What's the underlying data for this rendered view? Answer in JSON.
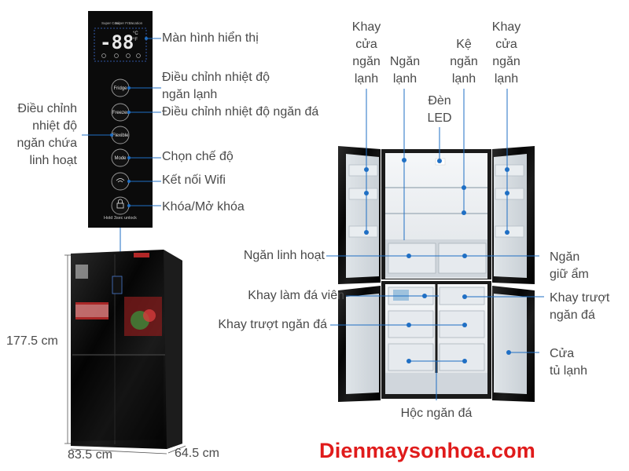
{
  "control_panel": {
    "display_modes": [
      "Super Cool",
      "Super Frz",
      "Vacation"
    ],
    "display_digits": "-88",
    "units": [
      "°C",
      "°F"
    ],
    "buttons": [
      "Fridge",
      "Freezer",
      "Flexible",
      "Mode",
      "Wifi"
    ],
    "lock_caption": "Hold 3sec unlock"
  },
  "panel_labels": {
    "display": "Màn hình hiển thị",
    "fridge_temp": [
      "Điều chỉnh nhiệt độ",
      "ngăn lạnh"
    ],
    "freezer_temp": "Điều chỉnh nhiệt độ ngăn đá",
    "flexible_temp": [
      "Điều chỉnh",
      "nhiệt độ",
      "ngăn chứa",
      "linh hoạt"
    ],
    "mode": "Chọn chế độ",
    "wifi": "Kết nối Wifi",
    "lock": "Khóa/Mở khóa"
  },
  "dimensions": {
    "height": "177.5 cm",
    "width": "83.5 cm",
    "depth": "64.5 cm"
  },
  "interior_labels": {
    "door_tray_left": [
      "Khay",
      "cửa",
      "ngăn",
      "lạnh"
    ],
    "fridge_compartment": [
      "Ngăn",
      "lạnh"
    ],
    "led_light": [
      "Đèn",
      "LED"
    ],
    "shelf": [
      "Kệ",
      "ngăn",
      "lạnh"
    ],
    "door_tray_right": [
      "Khay",
      "cửa",
      "ngăn",
      "lạnh"
    ],
    "flexible_compartment": "Ngăn linh hoạt",
    "humidity_drawer": [
      "Ngăn",
      "giữ ẩm"
    ],
    "ice_tray": "Khay làm đá viên",
    "freezer_slide_tray_right": [
      "Khay trượt",
      "ngăn đá"
    ],
    "freezer_slide_tray_left": "Khay trượt ngăn đá",
    "fridge_door": [
      "Cửa",
      "tủ lạnh"
    ],
    "freezer_drawer": "Hộc ngăn đá"
  },
  "brand": "Dienmaysonhoa.com",
  "colors": {
    "leader_line": "#1f6fc4",
    "brand_text": "#e01b1b",
    "panel_bg": "#0b0b0b",
    "label_text": "#4a4a4a"
  }
}
